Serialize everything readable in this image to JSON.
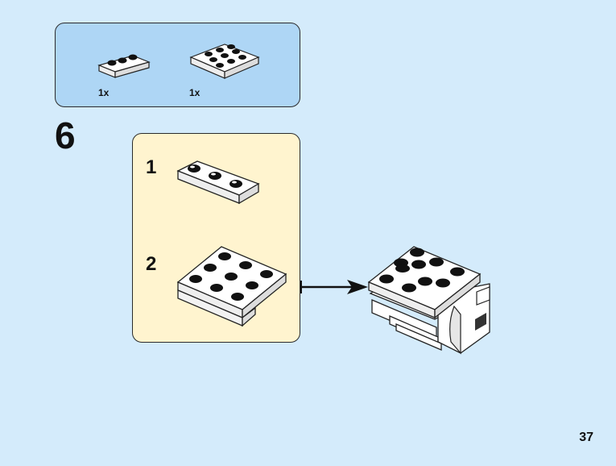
{
  "parts_list": {
    "items": [
      {
        "brick": "plate-1x3-white",
        "quantity": "1x"
      },
      {
        "brick": "plate-3x3-white",
        "quantity": "1x"
      }
    ]
  },
  "step": {
    "number": "6",
    "substeps": [
      {
        "number": "1",
        "brick": "plate-1x3-white"
      },
      {
        "number": "2",
        "brick": "plate-3x3-white"
      }
    ]
  },
  "page": {
    "number": "37"
  },
  "colors": {
    "background": "#d4ebfb",
    "parts_panel": "#aed6f5",
    "substep_panel": "#fff4cf",
    "brick_white": "#ffffff",
    "stud_black": "#111111"
  }
}
